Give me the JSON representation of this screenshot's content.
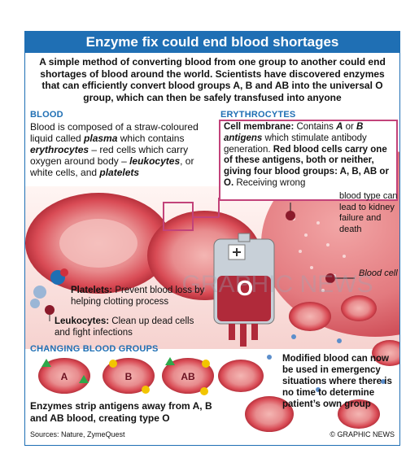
{
  "title": "Enzyme fix could end blood shortages",
  "intro": "A simple method of converting blood from one group to another could end shortages of blood around the world. Scientists have discovered enzymes that can efficiently convert blood groups A, B and AB into the universal O group, which can then be safely transfused into anyone",
  "blood": {
    "heading": "BLOOD",
    "t1": "Blood is composed of a straw-coloured liquid called ",
    "plasma": "plasma",
    "t2": " which contains ",
    "erythrocytes": "erythrocytes",
    "t3": " – red cells which carry oxygen around body – ",
    "leukocytes": "leukocytes",
    "t4": ", or white cells, and ",
    "platelets": "platelets"
  },
  "erythrocytes": {
    "heading": "ERYTHROCYTES",
    "cm_label": "Cell membrane:",
    "cm_t1": " Contains ",
    "a": "A",
    "or": " or ",
    "b": "B",
    "antigens": "antigens",
    "cm_t2": " which stimulate antibody generation. ",
    "bold": "Red blood cells carry one of these antigens, both or neither, giving four blood groups: A, B, AB or O.",
    "cm_t3": " Receiving wrong",
    "side_note": "blood type can lead to kidney failure and death",
    "cell_label": "Blood cell"
  },
  "platelets_note": {
    "label": "Platelets:",
    "text": " Prevent blood loss by helping clotting process"
  },
  "leukocytes_note": {
    "label": "Leukocytes:",
    "text": " Clean up dead cells and fight infections"
  },
  "bag_letter": "O",
  "watermark": "GRAPHIC NEWS",
  "changing": {
    "heading": "CHANGING BLOOD GROUPS",
    "cells": [
      "A",
      "B",
      "AB"
    ]
  },
  "modified": "Modified blood can now be used in emergency situations where there is no time to determine patient’s own group",
  "enzymes": "Enzymes strip antigens away from A, B and AB blood, creating type O",
  "sources": "Sources: Nature, ZymeQuest",
  "credit": "© GRAPHIC NEWS",
  "colors": {
    "brand_blue": "#1f6fb4",
    "cell_red": "#d94b55",
    "magenta": "#c2437a",
    "antigen_green": "#2ea84a",
    "antigen_yellow": "#f2c500"
  }
}
